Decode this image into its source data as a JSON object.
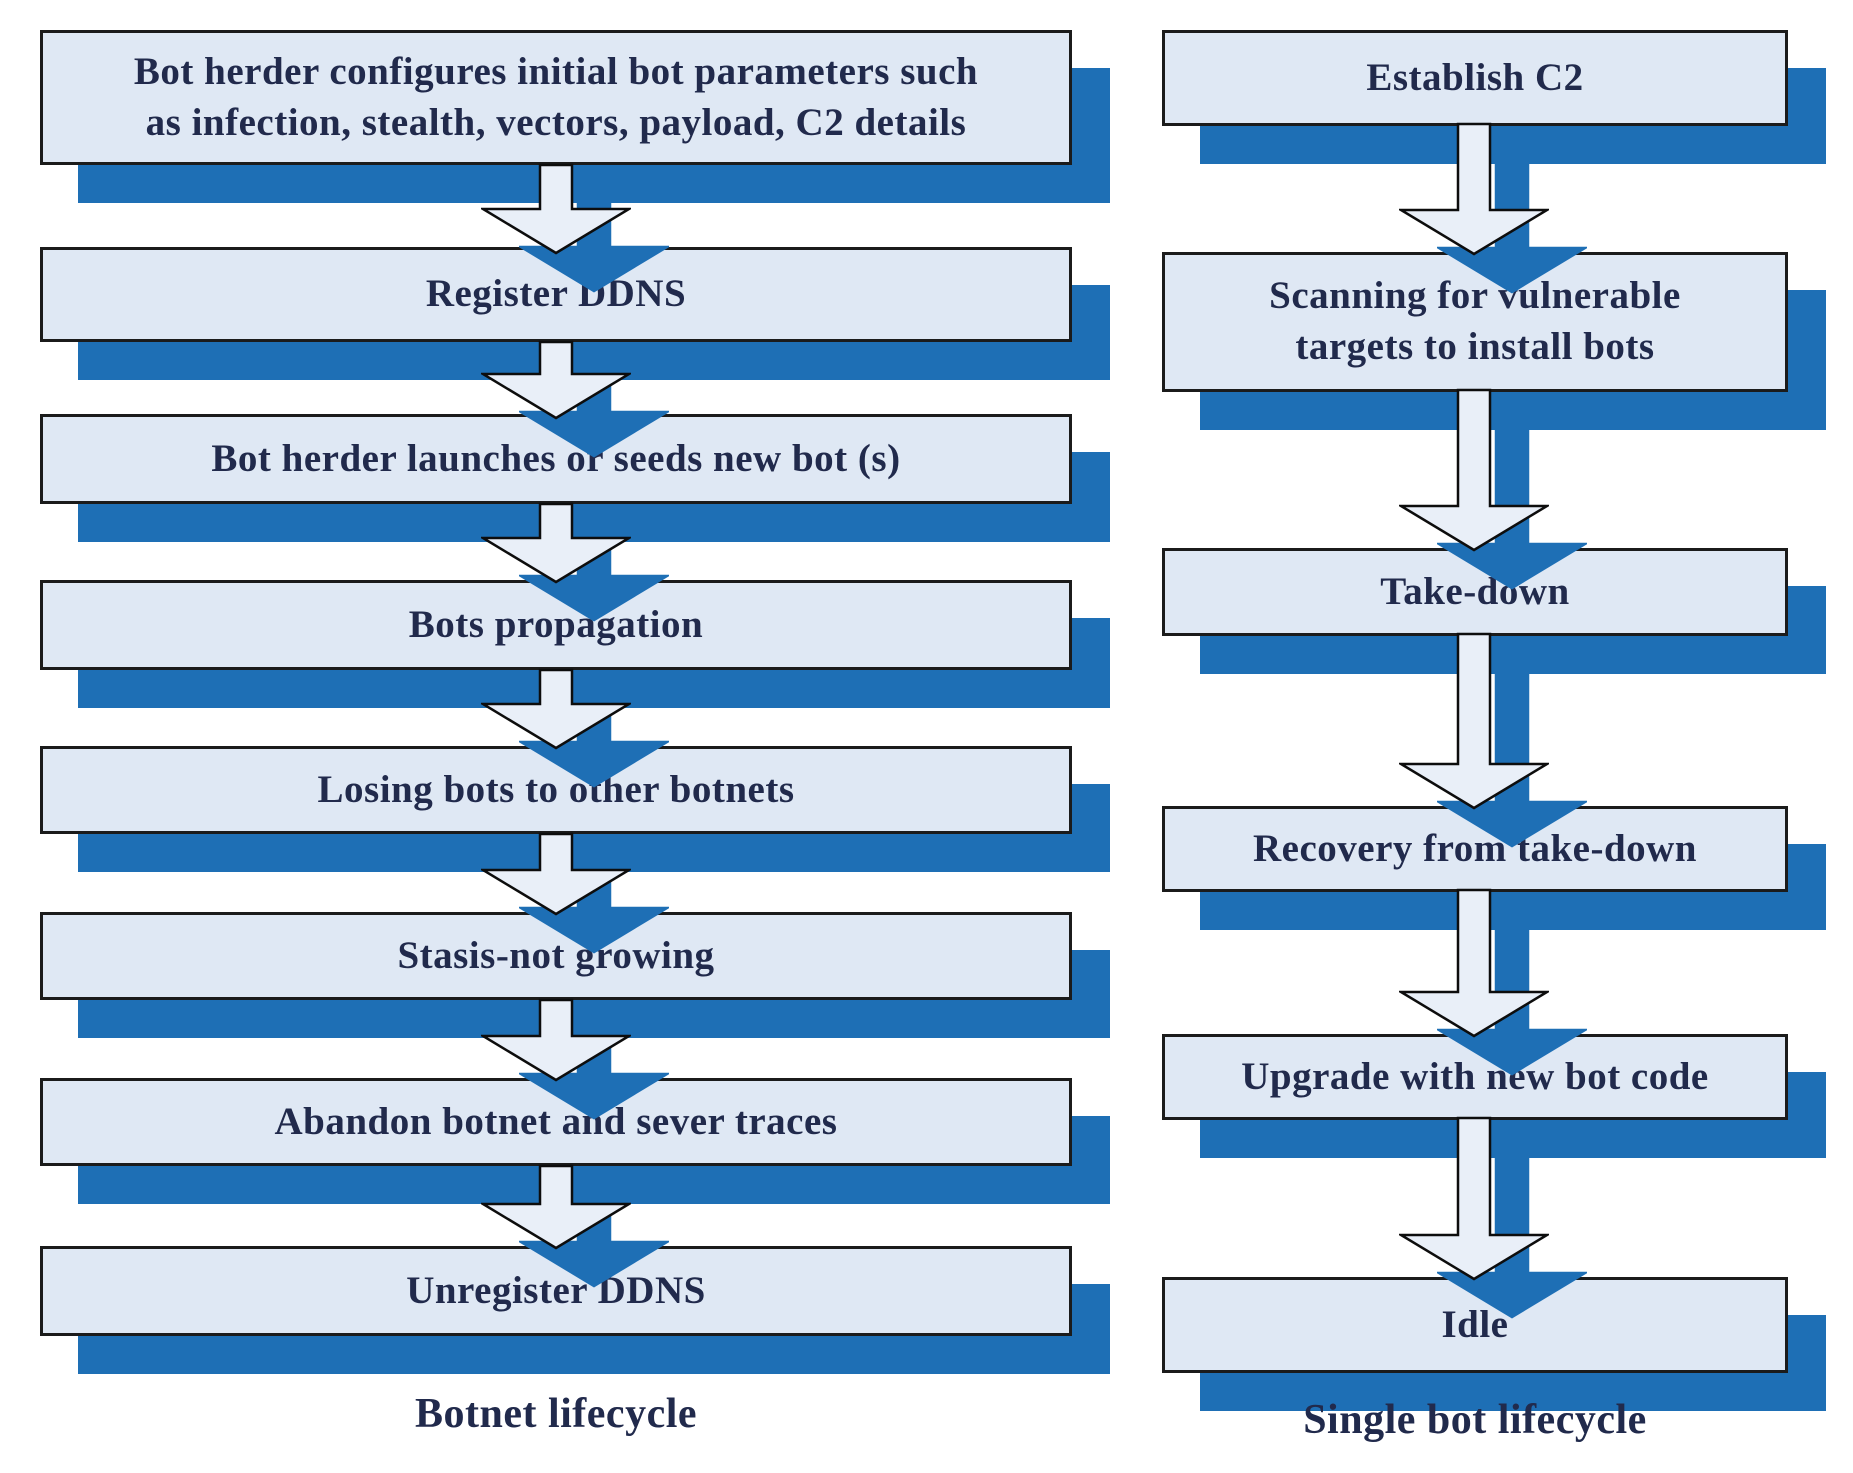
{
  "colors": {
    "page_bg": "#ffffff",
    "box_fill": "#dfe8f4",
    "box_border": "#1b1b1b",
    "shadow_blue": "#1e6fb5",
    "arrow_fill": "#e9eff8",
    "arrow_outline": "#0d0d0d",
    "text_navy": "#212a4c"
  },
  "botnet_lifecycle": {
    "caption": "Botnet lifecycle",
    "steps": [
      "Bot herder configures initial bot parameters such\nas infection, stealth, vectors, payload, C2 details",
      "Register DDNS",
      "Bot herder launches or seeds new bot (s)",
      "Bots propagation",
      "Losing bots to other botnets",
      "Stasis-not growing",
      "Abandon botnet and sever traces",
      "Unregister DDNS"
    ]
  },
  "single_bot_lifecycle": {
    "caption": "Single bot lifecycle",
    "steps": [
      "Establish C2",
      "Scanning for vulnerable\ntargets to install bots",
      "Take-down",
      "Recovery from take-down",
      "Upgrade with new bot code",
      "Idle"
    ]
  }
}
